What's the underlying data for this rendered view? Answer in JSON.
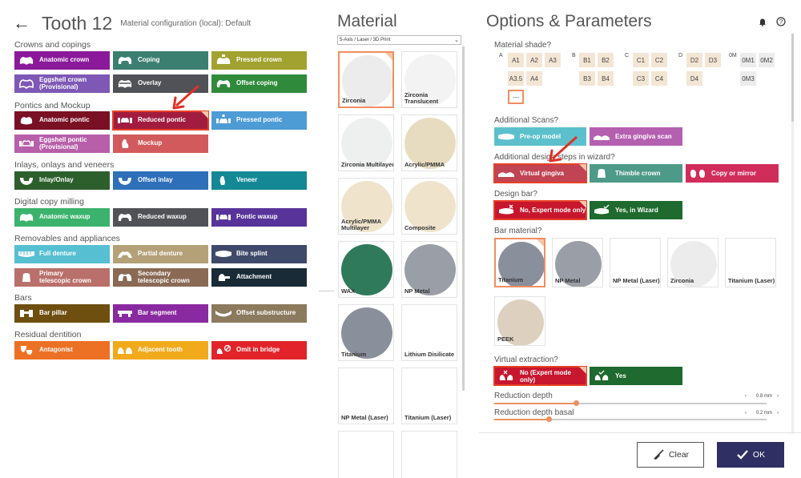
{
  "left": {
    "back_icon": "arrow-left-icon",
    "title": "Tooth 12",
    "subtitle": "Material configuration (local):  Default",
    "sections": [
      {
        "label": "Crowns and copings"
      },
      {
        "label": "Pontics and Mockup"
      },
      {
        "label": "Inlays, onlays and veneers"
      },
      {
        "label": "Digital copy milling"
      },
      {
        "label": "Removables and appliances"
      },
      {
        "label": "Bars"
      },
      {
        "label": "Residual dentition"
      }
    ],
    "tiles": {
      "anatomic_crown": "Anatomic crown",
      "coping": "Coping",
      "pressed_crown": "Pressed crown",
      "eggshell_crown": "Eggshell crown\n(Provisional)",
      "overlay": "Overlay",
      "offset_coping": "Offset coping",
      "anatomic_pontic": "Anatomic pontic",
      "reduced_pontic": "Reduced pontic",
      "pressed_pontic": "Pressed pontic",
      "eggshell_pontic": "Eggshell pontic\n(Provisional)",
      "mockup": "Mockup",
      "inlay_onlay": "Inlay/Onlay",
      "offset_inlay": "Offset inlay",
      "veneer": "Veneer",
      "anatomic_waxup": "Anatomic waxup",
      "reduced_waxup": "Reduced waxup",
      "pontic_waxup": "Pontic waxup",
      "full_denture": "Full denture",
      "partial_denture": "Partial denture",
      "bite_splint": "Bite splint",
      "primary_telescopic": "Primary\ntelescopic crown",
      "secondary_telescopic": "Secondary\ntelescopic crown",
      "attachment": "Attachment",
      "bar_pillar": "Bar pillar",
      "bar_segment": "Bar segment",
      "offset_substructure": "Offset substructure",
      "antagonist": "Antagonist",
      "adjacent_tooth": "Adjacent tooth",
      "omit_in_bridge": "Omit in bridge"
    },
    "selected": "reduced_pontic"
  },
  "material": {
    "title": "Material",
    "dropdown_value": "5-Axis / Laser / 3D Print",
    "cards": [
      {
        "label": "Zirconia",
        "color": "#ececec",
        "selected": true
      },
      {
        "label": "Zirconia\nTranslucent",
        "color": "#f3f3f3"
      },
      {
        "label": "Zirconia Multilayer",
        "color": "#eef0ef"
      },
      {
        "label": "Acrylic/PMMA",
        "color": "#e8dcc0"
      },
      {
        "label": "Acrylic/PMMA\nMultilayer",
        "color": "#efe3cc"
      },
      {
        "label": "Composite",
        "color": "#efe3cc"
      },
      {
        "label": "WAX",
        "color": "#2f7a5a"
      },
      {
        "label": "NP Metal",
        "color": "#9a9ea6"
      },
      {
        "label": "Titanium",
        "color": "#8a8f9c"
      },
      {
        "label": "Lithium Disilicate",
        "color": "#ffffff"
      },
      {
        "label": "NP Metal (Laser)",
        "color": "#ffffff"
      },
      {
        "label": "Titanium (Laser)",
        "color": "#ffffff"
      },
      {
        "label": "",
        "color": "#ffffff"
      },
      {
        "label": "",
        "color": "#ffffff"
      }
    ]
  },
  "options": {
    "title": "Options & Parameters",
    "bell_icon": "bell-icon",
    "help_icon": "help-icon",
    "shade_label": "Material shade?",
    "shade_groups": [
      "A",
      "B",
      "C",
      "D",
      "0M"
    ],
    "shades": {
      "a1": "A1",
      "a2": "A2",
      "a3": "A3",
      "a35": "A3.5",
      "a4": "A4",
      "b1": "B1",
      "b2": "B2",
      "b3": "B3",
      "b4": "B4",
      "c1": "C1",
      "c2": "C2",
      "c3": "C3",
      "c4": "C4",
      "d2": "D2",
      "d3": "D3",
      "d4": "D4",
      "om1": "0M1",
      "om2": "0M2",
      "om3": "0M3",
      "none": "---"
    },
    "scans_label": "Additional Scans?",
    "preop": "Pre-op model",
    "extra_gingiva": "Extra gingiva scan",
    "design_label": "Additional design steps in wizard?",
    "virtual_gingiva": "Virtual gingiva",
    "thimble_crown": "Thimble crown",
    "copy_mirror": "Copy or mirror",
    "designbar_label": "Design bar?",
    "no_expert": "No, Expert mode only",
    "yes_wizard": "Yes, in Wizard",
    "barmat_label": "Bar material?",
    "bar_materials": [
      {
        "label": "Titanium",
        "color": "#8a8f9c",
        "selected": true
      },
      {
        "label": "NP Metal",
        "color": "#9a9ea6"
      },
      {
        "label": "NP Metal (Laser)",
        "color": "#ffffff"
      },
      {
        "label": "Zirconia",
        "color": "#ececec"
      },
      {
        "label": "Titanium (Laser)",
        "color": "#ffffff"
      },
      {
        "label": "PEEK",
        "color": "#ddd0bf"
      }
    ],
    "extraction_label": "Virtual extraction?",
    "no_extraction": "No (Expert mode only)",
    "yes_extraction": "Yes",
    "red_label": "Reduction depth",
    "red_value": "0.8 mm",
    "red_fraction": 0.3,
    "redb_label": "Reduction depth basal",
    "redb_value": "0.2 mm",
    "redb_fraction": 0.2,
    "clear": "Clear",
    "ok": "OK"
  },
  "colors": {
    "accent_red": "#e2453a",
    "accent_orange": "#ee8f5f",
    "purple": "#8a1a9a",
    "teal": "#3b7f70",
    "olive": "#a1a22f"
  }
}
